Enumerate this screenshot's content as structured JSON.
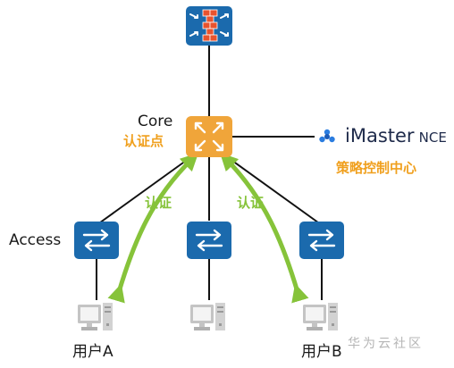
{
  "labels": {
    "core": "Core",
    "auth_point": "认证点",
    "access": "Access",
    "auth_left": "认证",
    "auth_right": "认证",
    "imaster_name": "iMaster",
    "imaster_suffix": "NCE",
    "policy_center": "策略控制中心",
    "user_a": "用户A",
    "user_b": "用户B",
    "watermark": "华为云社区"
  },
  "icons": {
    "firewall": "firewall-icon",
    "core_router": "core-router-icon",
    "access_switch": "switch-icon",
    "pc": "pc-icon",
    "imaster_logo": "imaster-logo-icon"
  },
  "colors": {
    "device_blue": "#1b6aad",
    "core_orange": "#f0a53a",
    "auth_green": "#86c33a",
    "label_orange": "#f0a01e",
    "pc_gray": "#bfbfbf",
    "firewall_red": "#e8532e"
  }
}
